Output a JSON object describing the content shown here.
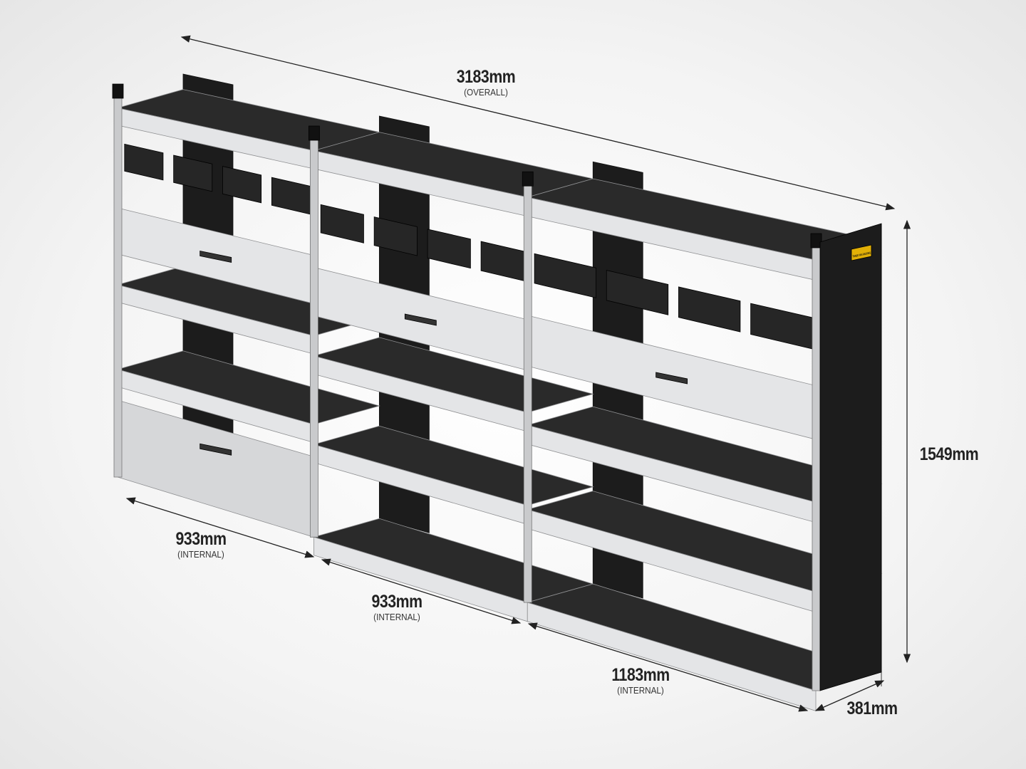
{
  "product": {
    "colors": {
      "frame": "#c9cacc",
      "frame_light": "#e4e5e7",
      "panel": "#1c1c1c",
      "mat": "#2a2a2a",
      "bin": "#262626",
      "accent": "#e2b007"
    },
    "brand_badge": "TRADE VAN RACKING"
  },
  "dimensions": {
    "overall_width": {
      "value": "3183mm",
      "note": "(OVERALL)"
    },
    "height": {
      "value": "1549mm"
    },
    "bay_left": {
      "value": "933mm",
      "note": "(INTERNAL)"
    },
    "bay_middle": {
      "value": "933mm",
      "note": "(INTERNAL)"
    },
    "bay_right": {
      "value": "1183mm",
      "note": "(INTERNAL)"
    },
    "depth": {
      "value": "381mm"
    }
  }
}
